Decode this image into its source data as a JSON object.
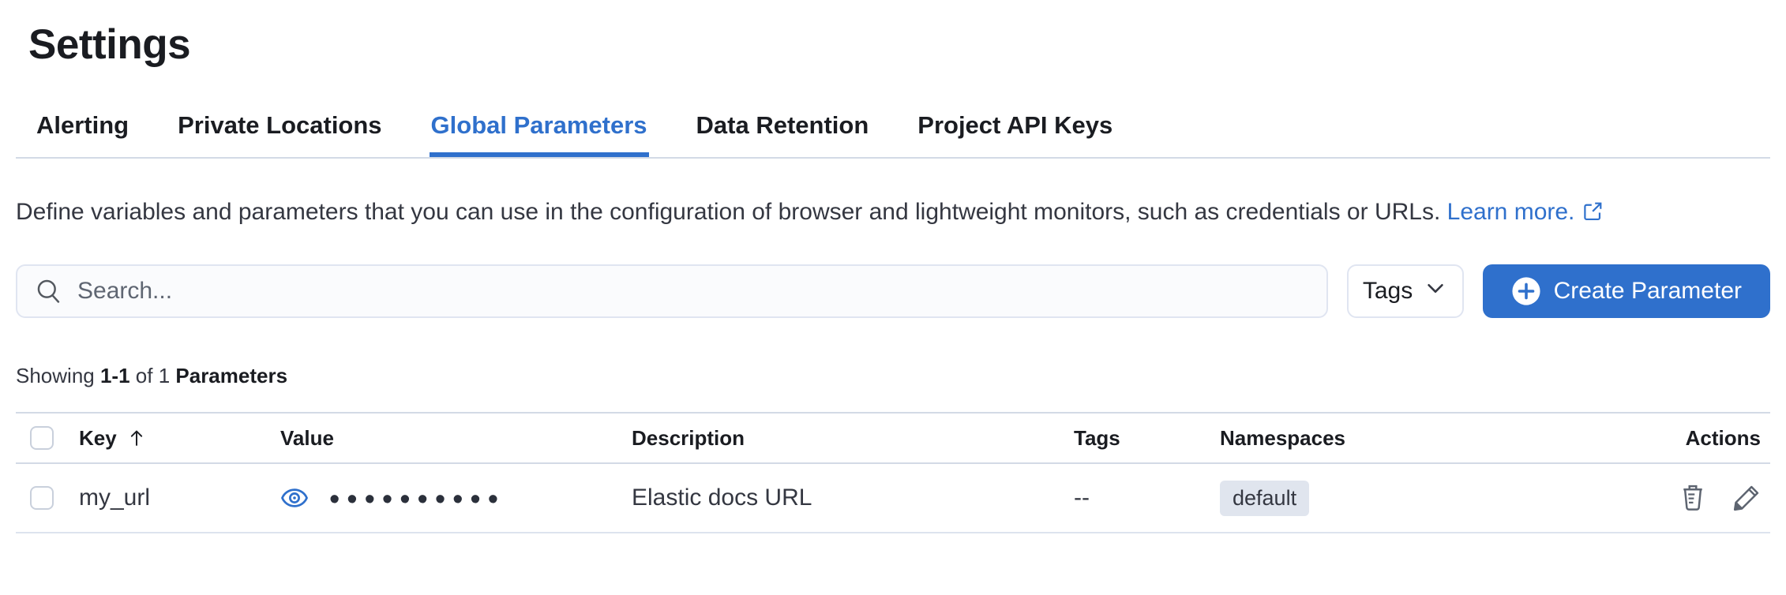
{
  "page": {
    "title": "Settings"
  },
  "tabs": [
    {
      "label": "Alerting",
      "selected": false
    },
    {
      "label": "Private Locations",
      "selected": false
    },
    {
      "label": "Global Parameters",
      "selected": true
    },
    {
      "label": "Data Retention",
      "selected": false
    },
    {
      "label": "Project API Keys",
      "selected": false
    }
  ],
  "description": {
    "text": "Define variables and parameters that you can use in the configuration of browser and lightweight monitors, such as credentials or URLs.",
    "link_label": "Learn more."
  },
  "toolbar": {
    "search_placeholder": "Search...",
    "search_value": "",
    "tags_filter_label": "Tags",
    "create_button_label": "Create Parameter"
  },
  "results_summary": {
    "showing": "Showing",
    "range": "1-1",
    "of": "of 1",
    "entity": "Parameters"
  },
  "table": {
    "columns": {
      "key": "Key",
      "value": "Value",
      "description": "Description",
      "tags": "Tags",
      "namespaces": "Namespaces",
      "actions": "Actions"
    },
    "sort": {
      "column": "Key",
      "direction": "ascending"
    },
    "rows": [
      {
        "key": "my_url",
        "value_masked": "••••••••••",
        "description": "Elastic docs URL",
        "tags": "--",
        "namespace": "default"
      }
    ]
  },
  "icons": {
    "search": "search-icon",
    "tags_chevron": "chevron-down-icon",
    "create_plus": "plus-in-circle-icon",
    "external_link": "external-link-icon",
    "reveal_value": "eye-icon",
    "delete": "trash-icon",
    "edit": "pencil-icon"
  },
  "colors": {
    "accent": "#2f70cc",
    "heading_text": "#1a1c21",
    "body_text": "#343741",
    "divider": "#d3dae6",
    "badge_bg": "#e0e5ee",
    "input_bg": "#fafbfd"
  }
}
